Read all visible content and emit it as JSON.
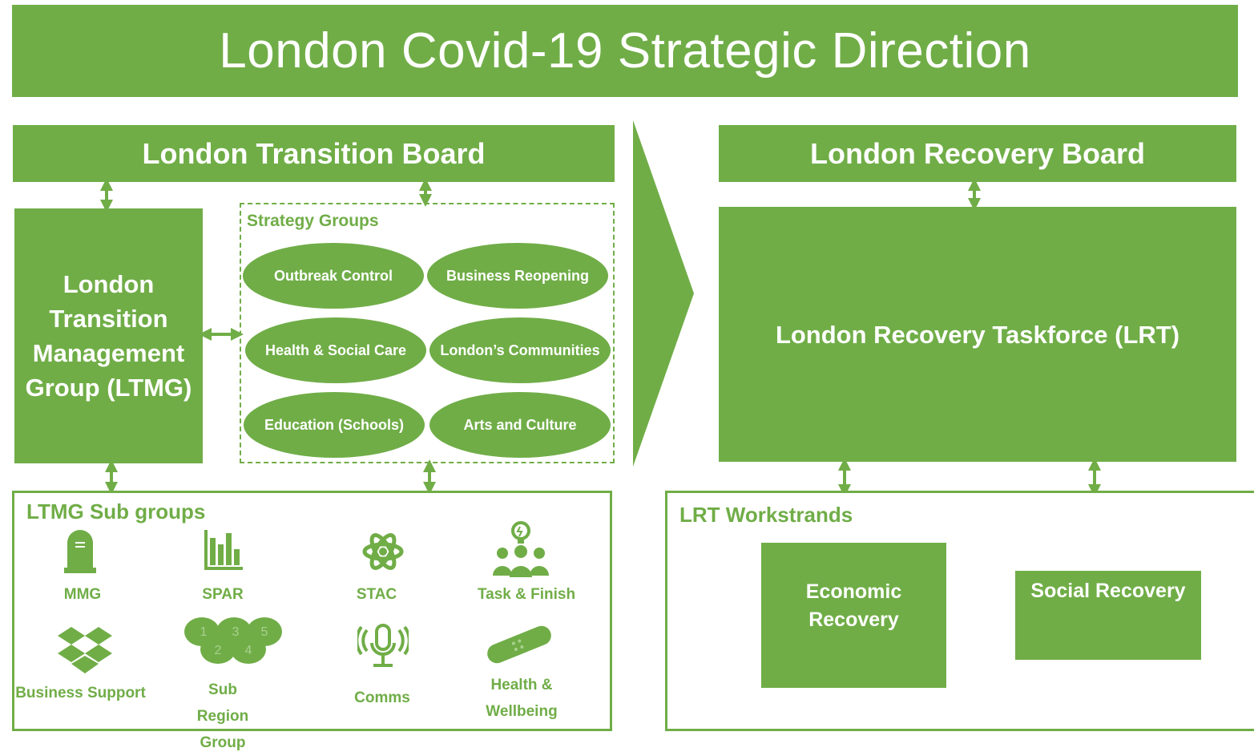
{
  "title": "London Covid-19 Strategic Direction",
  "transition_board": {
    "label": "London Transition Board"
  },
  "recovery_board": {
    "label": "London Recovery Board"
  },
  "ltmg": {
    "label": "London Transition Management Group (LTMG)"
  },
  "strategy_groups": {
    "title": "Strategy Groups",
    "items": [
      "Outbreak Control",
      "Business Reopening",
      "Health & Social Care",
      "London’s Communities",
      "Education (Schools)",
      "Arts and Culture"
    ]
  },
  "lrt": {
    "label": "London Recovery Taskforce (LRT)"
  },
  "ltmg_subgroups": {
    "title": "LTMG Sub groups",
    "items": [
      {
        "label": "MMG",
        "icon": "gravestone-icon"
      },
      {
        "label": "SPAR",
        "icon": "bar-chart-icon"
      },
      {
        "label": "STAC",
        "icon": "atom-icon"
      },
      {
        "label": "Task & Finish",
        "icon": "team-idea-icon"
      },
      {
        "label": "Business Support",
        "icon": "dropbox-icon"
      },
      {
        "label": "Sub Region Group",
        "icon": "numbered-circles-icon",
        "icon_numbers": [
          "1",
          "3",
          "5",
          "2",
          "4"
        ]
      },
      {
        "label": "Comms",
        "icon": "microphone-icon"
      },
      {
        "label": "Health & Wellbeing",
        "icon": "bandage-icon"
      }
    ]
  },
  "lrt_workstrands": {
    "title": "LRT Workstrands",
    "items": [
      "Economic Recovery",
      "Social Recovery"
    ]
  },
  "colors": {
    "accent": "#70ad47",
    "background": "#ffffff",
    "text_on_accent": "#ffffff"
  }
}
